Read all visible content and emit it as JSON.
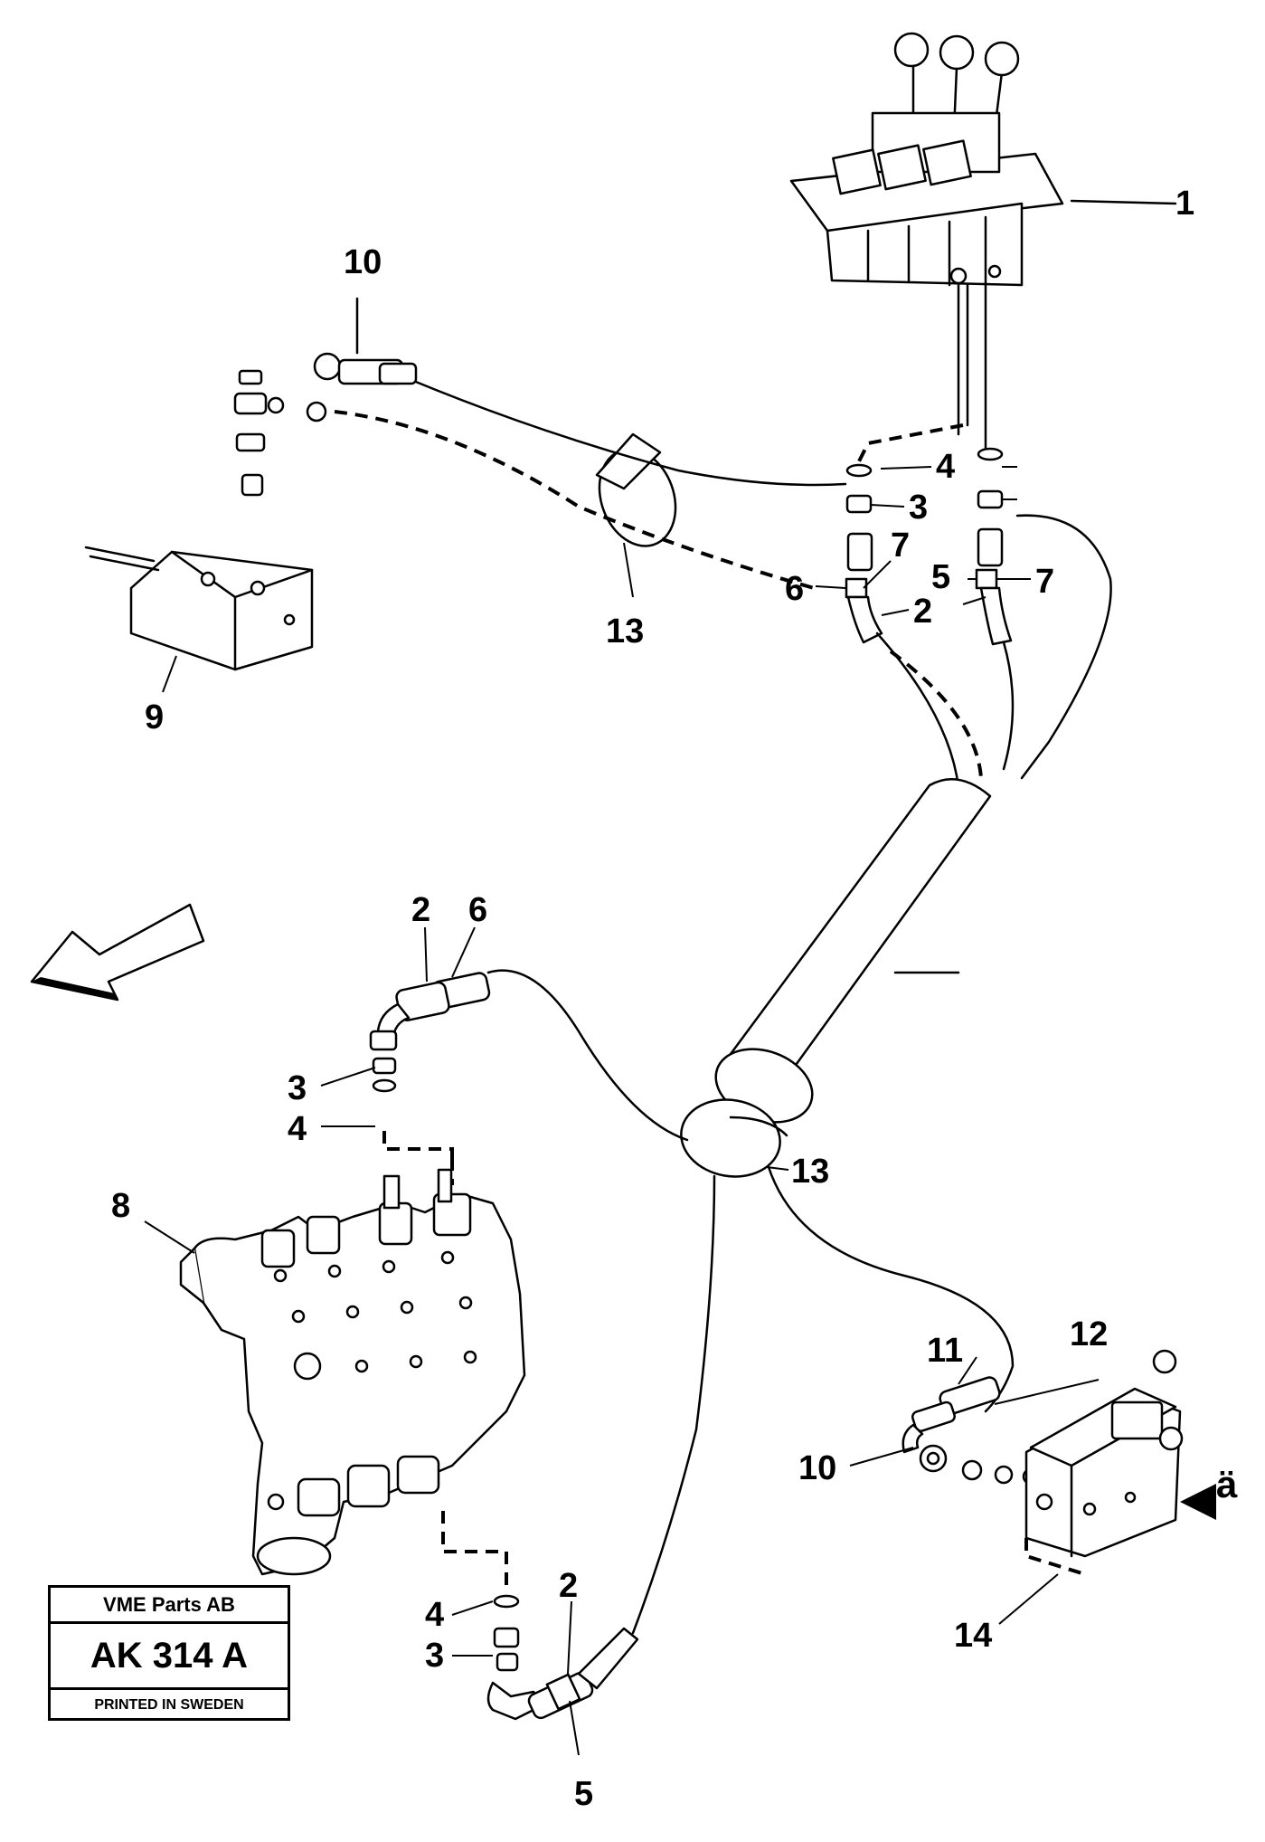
{
  "callouts": [
    "1",
    "2",
    "3",
    "4",
    "5",
    "6",
    "7",
    "8",
    "9",
    "10",
    "11",
    "12",
    "13",
    "14"
  ],
  "direction_mark": "ä",
  "title_block": {
    "company": "VME Parts AB",
    "code": "AK 314 A",
    "footer": "PRINTED IN SWEDEN"
  }
}
